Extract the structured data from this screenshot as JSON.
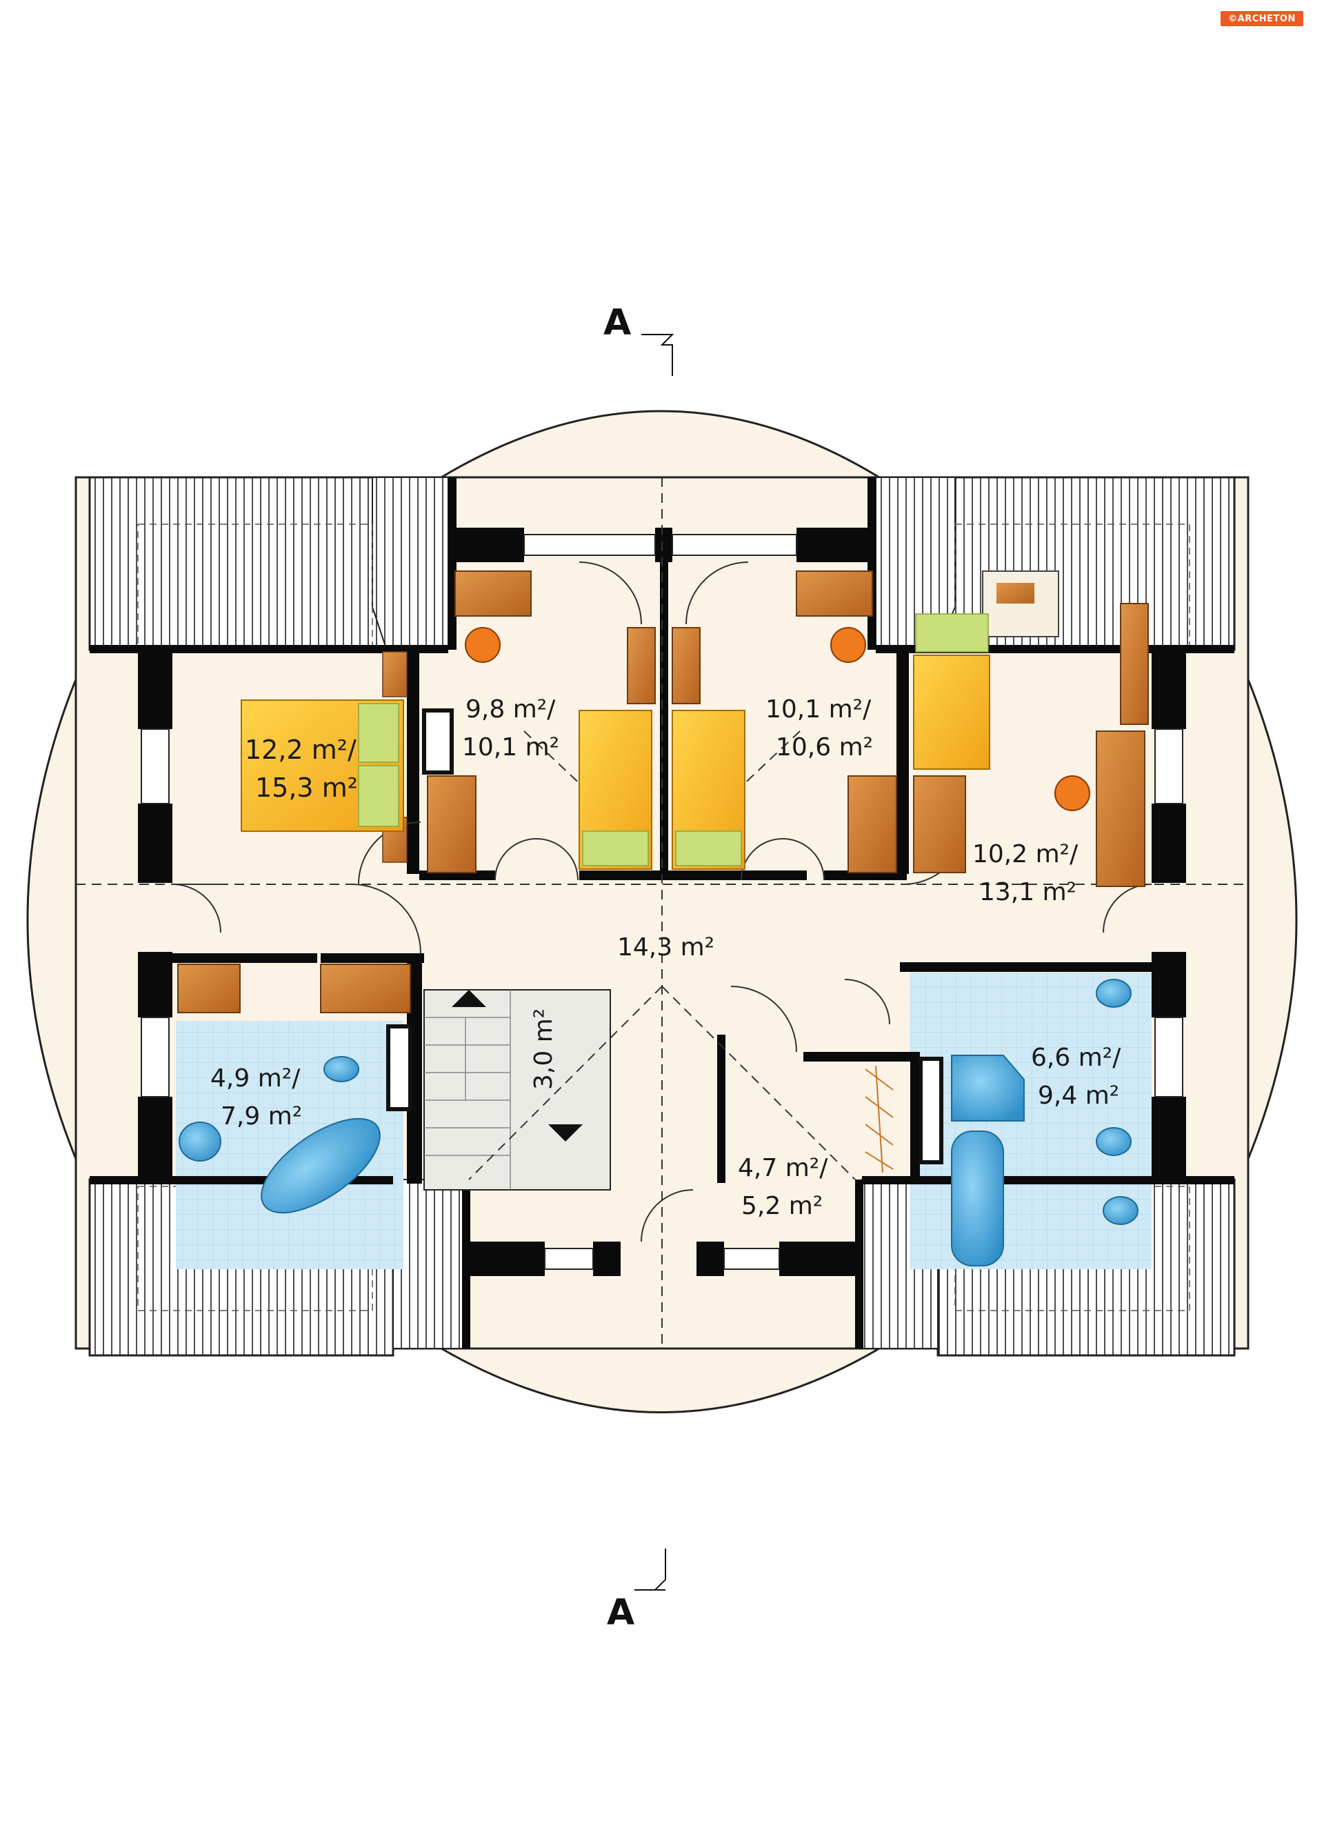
{
  "brand": {
    "logo_text": "©ARCHETON"
  },
  "section": {
    "top": "A",
    "bottom": "A"
  },
  "rooms": {
    "bedroom_left": {
      "line1": "12,2 m²/",
      "line2": "15,3 m²"
    },
    "room_center_l": {
      "line1": "9,8 m²/",
      "line2": "10,1 m²"
    },
    "room_center_r": {
      "line1": "10,1 m²/",
      "line2": "10,6 m²"
    },
    "room_right": {
      "line1": "10,2 m²/",
      "line2": "13,1 m²"
    },
    "hall": {
      "line1": "14,3 m²"
    },
    "stairs": {
      "line1": "3,0 m²"
    },
    "bath_left": {
      "line1": "4,9 m²/",
      "line2": "7,9 m²"
    },
    "bath_right": {
      "line1": "6,6 m²/",
      "line2": "9,4 m²"
    },
    "closet": {
      "line1": "4,7 m²/",
      "line2": "5,2 m²"
    }
  },
  "colors": {
    "floor": "#fbf3e6",
    "wall": "#0a0a0a",
    "tile": "#cfe9f6",
    "wood": "#c8762a",
    "bed": "#f5b82a",
    "pillow": "#c9e07a",
    "chair": "#f07a1e",
    "fixture": "#3aa7dc"
  }
}
